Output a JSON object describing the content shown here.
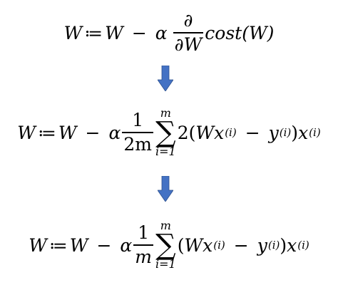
{
  "colors": {
    "arrow_fill": "#4472C4",
    "arrow_stroke": "#2F528F",
    "text": "#000000"
  },
  "equations": {
    "eq1": {
      "lhs": "W",
      "assign": "≔",
      "w": "W",
      "minus": "−",
      "alpha": "α",
      "frac_num": "∂",
      "frac_den": "∂W",
      "fn": "cost(W)"
    },
    "eq2": {
      "lhs": "W",
      "assign": "≔",
      "w": "W",
      "minus": "−",
      "alpha": "α",
      "frac_num": "1",
      "frac_den": "2m",
      "sum_sigma": "∑",
      "sum_top": "m",
      "sum_bottom": "i=1",
      "coef": "2",
      "open_paren": "(",
      "wx": "Wx",
      "x_sup": "(i)",
      "inner_minus": "−",
      "y": "y",
      "y_sup": "(i)",
      "close_paren": ")",
      "tail_x": "x",
      "tail_sup": "(i)"
    },
    "eq3": {
      "lhs": "W",
      "assign": "≔",
      "w": "W",
      "minus": "−",
      "alpha": "α",
      "frac_num": "1",
      "frac_den": "m",
      "sum_sigma": "∑",
      "sum_top": "m",
      "sum_bottom": "i=1",
      "open_paren": "(",
      "wx": "Wx",
      "x_sup": "(i)",
      "inner_minus": "−",
      "y": "y",
      "y_sup": "(i)",
      "close_paren": ")",
      "tail_x": "x",
      "tail_sup": "(i)"
    }
  },
  "arrows": [
    {
      "icon": "down-arrow-icon"
    },
    {
      "icon": "down-arrow-icon"
    }
  ]
}
